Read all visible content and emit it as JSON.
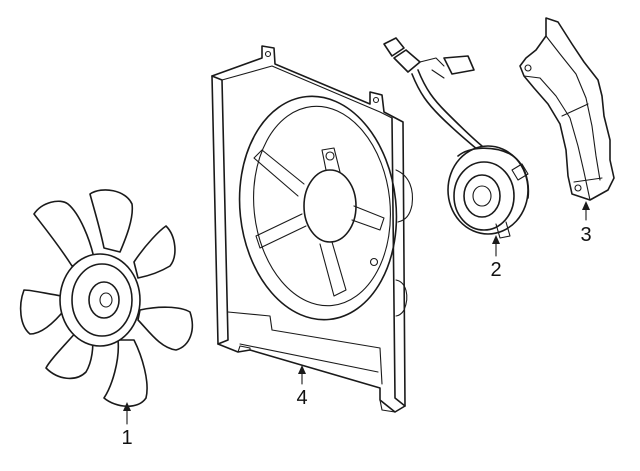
{
  "callouts": [
    {
      "id": "fan-blade",
      "label": "1"
    },
    {
      "id": "fan-motor",
      "label": "2"
    },
    {
      "id": "shroud-bracket",
      "label": "3"
    },
    {
      "id": "fan-shroud",
      "label": "4"
    }
  ],
  "colors": {
    "line": "#1a1a1a",
    "background": "#ffffff"
  }
}
